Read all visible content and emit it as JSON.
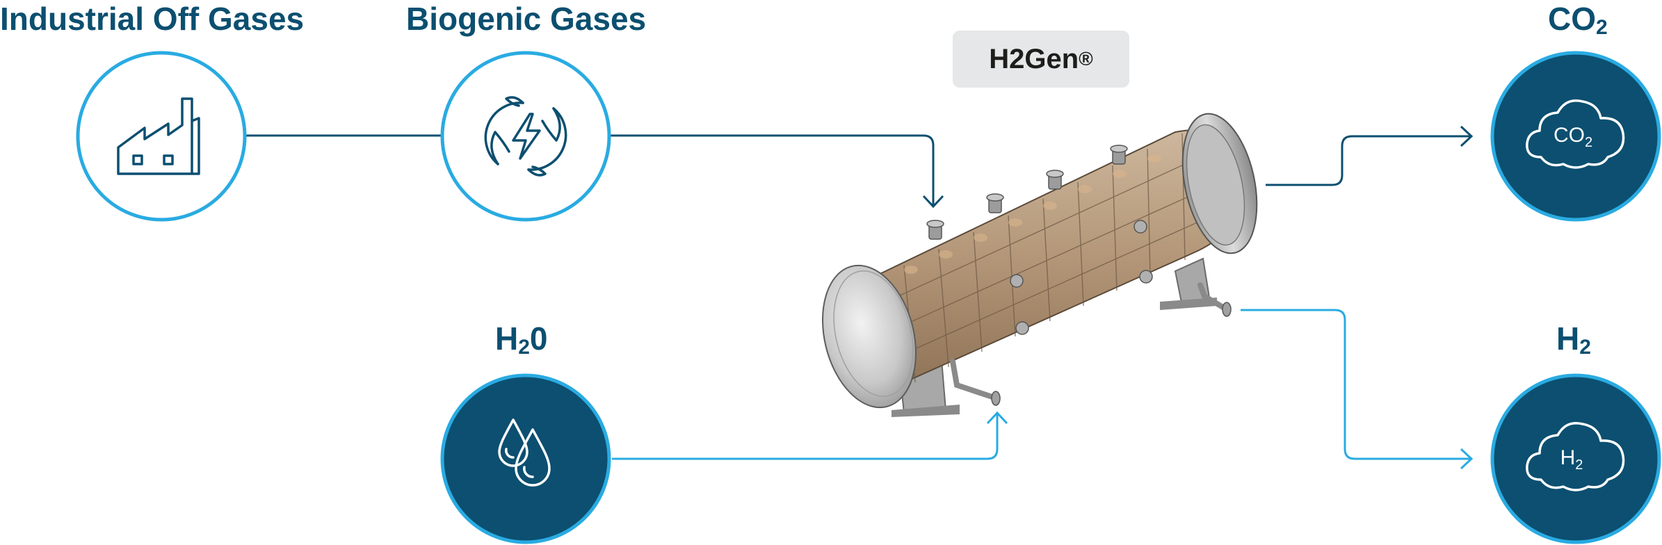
{
  "inputs": {
    "industrial": {
      "label": "Industrial Off Gases",
      "icon": "factory-icon"
    },
    "biogenic": {
      "label": "Biogenic Gases",
      "icon": "leaf-lightning-icon"
    },
    "water": {
      "label_main": "H",
      "label_sub": "2",
      "label_end": "0",
      "icon": "water-drops-icon"
    }
  },
  "unit": {
    "name": "H2Gen",
    "mark": "®",
    "image": "horizontal-reactor-vessel"
  },
  "outputs": {
    "co2": {
      "label_main": "CO",
      "label_sub": "2",
      "cloud_main": "CO",
      "cloud_sub": "2",
      "icon": "cloud-icon"
    },
    "h2": {
      "label_main": "H",
      "label_sub": "2",
      "cloud_main": "H",
      "cloud_sub": "2",
      "icon": "cloud-icon"
    }
  },
  "colors": {
    "dark_teal": "#0c4f70",
    "light_blue": "#29abe2",
    "pill_gray": "#e6e7e8",
    "vessel_brown": "#b59a7e"
  }
}
